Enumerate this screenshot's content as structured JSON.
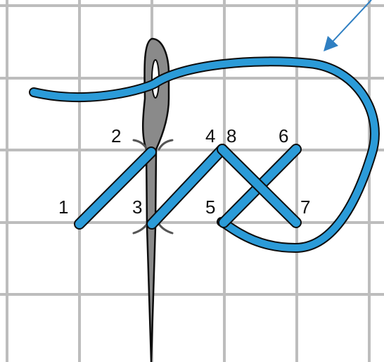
{
  "colors": {
    "background": "#ffffff",
    "grid_line": "#bdbdbd",
    "thread": "#2b9bd8",
    "thread_outline": "#0d0d0d",
    "needle": "#8a8a8a",
    "arrow": "#2f7fc2",
    "tension_mark": "#555555"
  },
  "stitch_labels": {
    "l1": "1",
    "l2": "2",
    "l3": "3",
    "l4": "4",
    "l5": "5",
    "l6": "6",
    "l7": "7",
    "l8": "8"
  }
}
